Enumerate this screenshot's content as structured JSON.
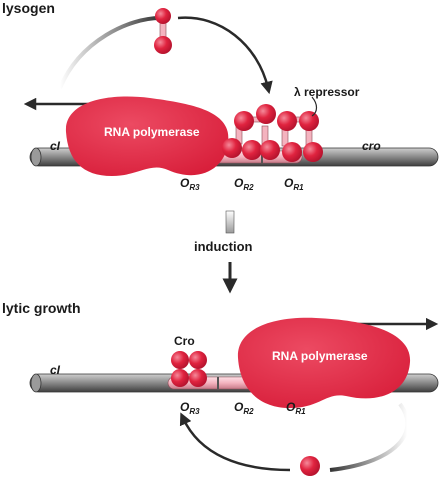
{
  "top_panel": {
    "title": "lysogen",
    "rna_polymerase_label": "RNA polymerase",
    "repressor_label": "λ repressor",
    "gene_left": "cI",
    "gene_right": "cro",
    "operators": [
      {
        "main": "O",
        "sub": "R3"
      },
      {
        "main": "O",
        "sub": "R2"
      },
      {
        "main": "O",
        "sub": "R1"
      }
    ]
  },
  "transition": {
    "label": "induction"
  },
  "bottom_panel": {
    "title": "lytic growth",
    "cro_label": "Cro",
    "rna_polymerase_label": "RNA polymerase",
    "gene_left": "cI",
    "operators": [
      {
        "main": "O",
        "sub": "R3"
      },
      {
        "main": "O",
        "sub": "R2"
      },
      {
        "main": "O",
        "sub": "R1"
      }
    ]
  },
  "colors": {
    "protein_red": "#e0233f",
    "protein_highlight": "#f26a7e",
    "operator_pink": "#f4b3bf",
    "dna_gray": "#8a8a8a"
  }
}
